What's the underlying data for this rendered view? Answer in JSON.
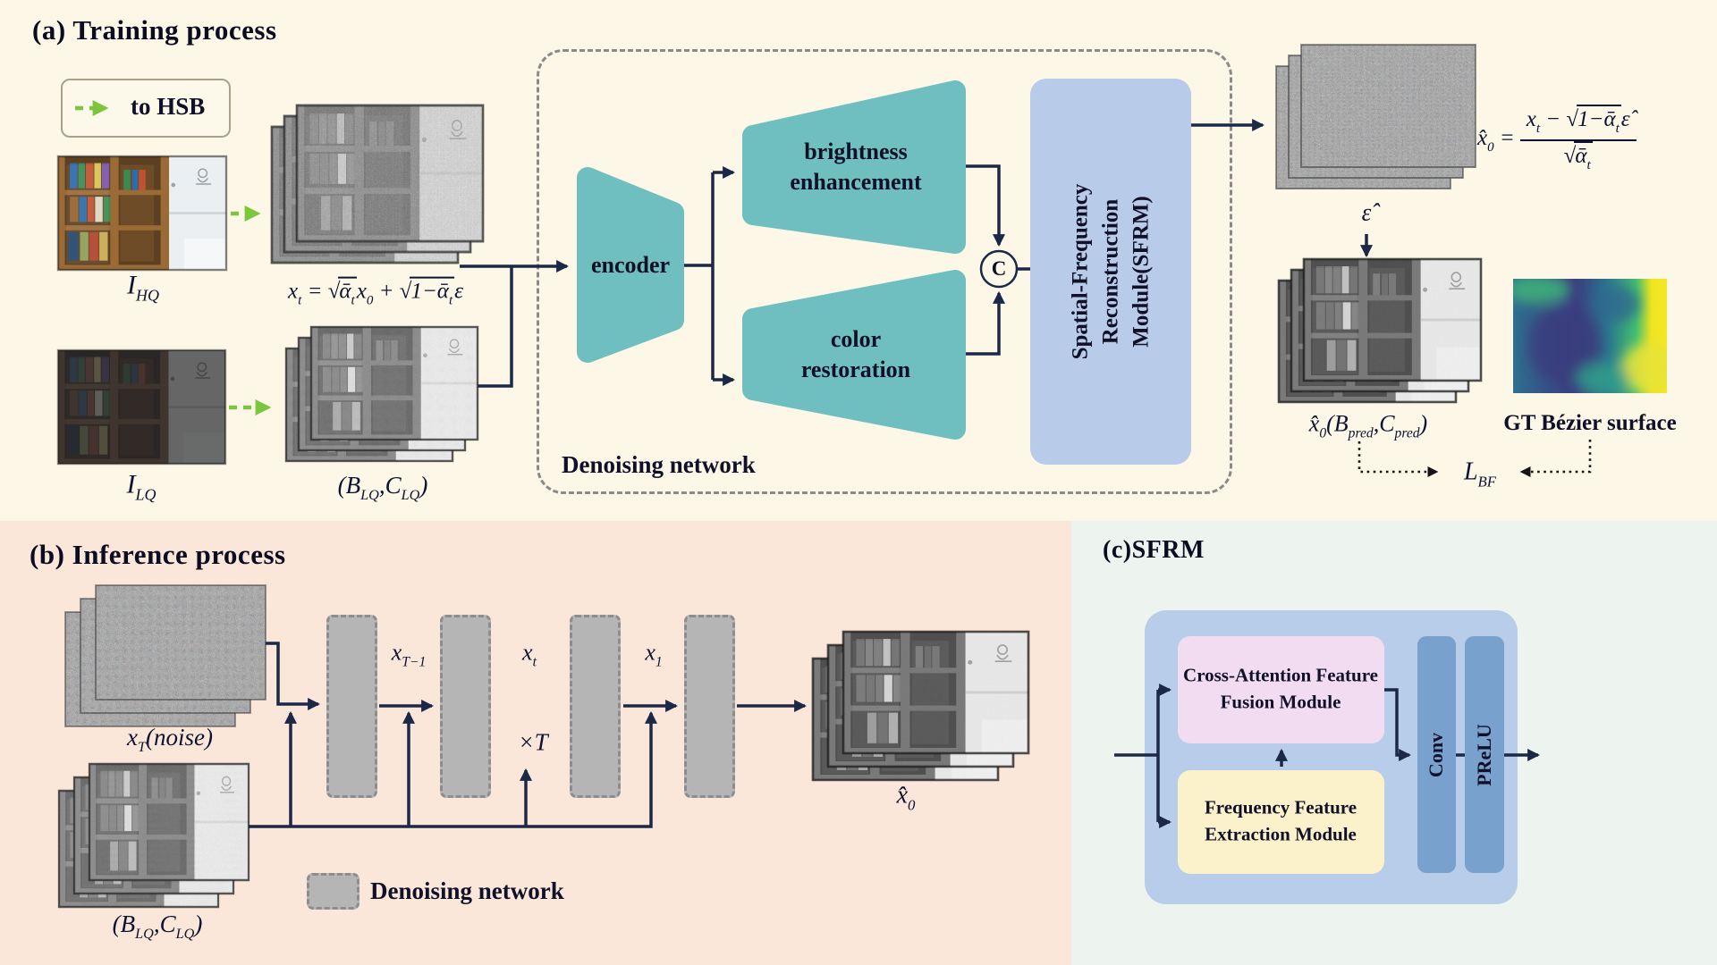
{
  "colors": {
    "panel_training_bg": "#fcf7e6",
    "panel_inference_bg": "#fbe7da",
    "panel_sfrm_bg": "#edf3ee",
    "arrow_navy": "#1b2946",
    "arrow_green": "#7cc63e",
    "trapezoid_teal": "#6fbfc0",
    "sfrm_fill": "#b8cbe8",
    "module_pink": "#f2dcf2",
    "module_yellow": "#fbf2cb",
    "conv_steel_blue": "#78a1cd",
    "dashed_gray_box": "#b5b5b5"
  },
  "a": {
    "title": "(a) Training process",
    "legend": "to HSB",
    "ihq": {
      "base": "I",
      "sub": "HQ"
    },
    "ilq": {
      "base": "I",
      "sub": "LQ"
    },
    "formula_xt": {
      "x": "x",
      "xsub": "t",
      "eq": "=",
      "r1": "ᾱ",
      "r1sub": "t",
      "x0": "x",
      "x0sub": "0",
      "plus": "+",
      "r2": "1−ᾱ",
      "r2sub": "t",
      "eps": "ε"
    },
    "bc": {
      "open": "(",
      "B": "B",
      "bsub": "LQ",
      "comma": ",",
      "C": "C",
      "csub": "LQ",
      "close": ")"
    },
    "denoising": "Denoising network",
    "encoder": "encoder",
    "brightness": [
      "brightness",
      "enhancement"
    ],
    "color_restoration": [
      "color",
      "restoration"
    ],
    "concat": "C",
    "sfrm": [
      "Spatial-Frequency",
      "Reconstruction",
      "Module(SFRM)"
    ],
    "eps_hat": "ε̂",
    "formula_x0": {
      "lhs": "x̂",
      "lhssub": "0",
      "eq": "=",
      "numx": "x",
      "numxsub": "t",
      "minus": "−",
      "numr": "1−ᾱ",
      "numrsub": "t",
      "numeps": "ε̂",
      "denr": "ᾱ",
      "denrsub": "t"
    },
    "pred": {
      "x": "x̂",
      "xsub": "0",
      "open": "(",
      "B": "B",
      "bsub": "pred",
      "comma": ",",
      "C": "C",
      "csub": "pred",
      "close": ")"
    },
    "gt": "GT Bézier surface",
    "loss": {
      "base": "L",
      "sub": "BF"
    }
  },
  "b": {
    "title": "(b) Inference process",
    "xT": {
      "base": "x",
      "sub": "T",
      "rest": "(noise)"
    },
    "xT1": {
      "base": "x",
      "sub": "T−1"
    },
    "xt": {
      "base": "x",
      "sub": "t"
    },
    "x1": {
      "base": "x",
      "sub": "1"
    },
    "timesT": "×T",
    "bc": {
      "open": "(",
      "B": "B",
      "bsub": "LQ",
      "comma": ",",
      "C": "C",
      "csub": "LQ",
      "close": ")"
    },
    "x0": {
      "base": "x̂",
      "sub": "0"
    },
    "legend": "Denoising network"
  },
  "c": {
    "title": "(c)SFRM",
    "cross": [
      "Cross-Attention Feature",
      "Fusion Module"
    ],
    "freq": [
      "Frequency Feature",
      "Extraction Module"
    ],
    "conv": "Conv",
    "prelu": "PReLU"
  }
}
